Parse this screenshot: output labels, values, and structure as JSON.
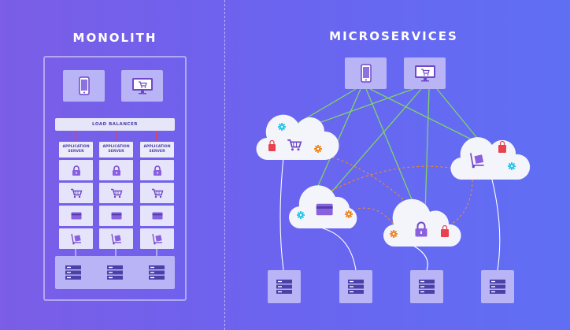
{
  "monolith": {
    "title": "MONOLITH",
    "load_balancer_label": "LOAD BALANCER",
    "app_server_label_line1": "APPLICATION",
    "app_server_label_line2": "SERVER"
  },
  "microservices": {
    "title": "MICROSERVICES"
  },
  "colors": {
    "accent_red": "#e8414f",
    "accent_orange": "#f08a24",
    "accent_cyan": "#2ec6e8",
    "purple": "#6f48c8",
    "green_line": "#7fd36a",
    "cloud": "#f4f4fb"
  },
  "icons": [
    "phone-icon",
    "monitor-cart-icon",
    "lock-icon",
    "cart-icon",
    "credit-card-icon",
    "package-dolly-icon",
    "server-icon",
    "gear-icon",
    "bag-icon"
  ]
}
